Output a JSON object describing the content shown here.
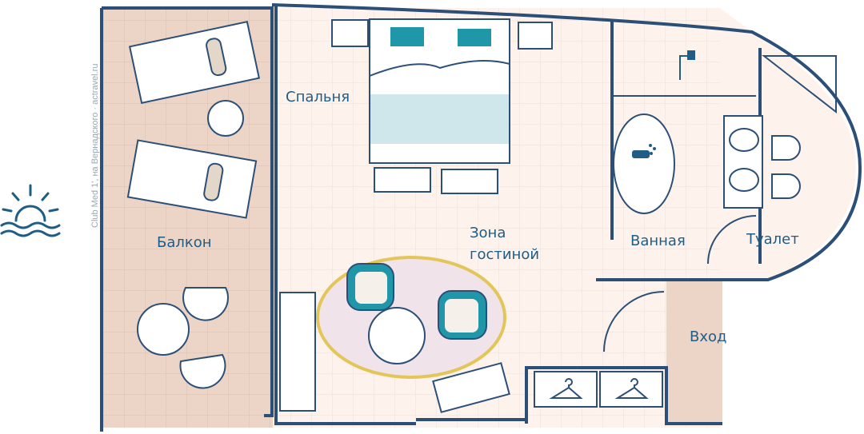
{
  "watermark": "Club Med 1', на Вернадского · actravel.ru",
  "rooms": {
    "bedroom": "Спальня",
    "balcony": "Балкон",
    "living_line1": "Зона",
    "living_line2": "гостиной",
    "bathroom": "Ванная",
    "toilet": "Туалет",
    "entrance": "Вход"
  },
  "colors": {
    "wall": "#2c4f78",
    "floor": "#fdf3ec",
    "balcony_floor": "#ecd4c7",
    "accent_teal": "#1f97a8",
    "bed_blanket": "#cfe6ea",
    "rug": "#f1e3ea",
    "rug_border": "#e2c65a",
    "label": "#1f5d86"
  },
  "icons": [
    "sun-icon",
    "shower-icon",
    "bathtub-icon",
    "hanger-icon",
    "hanger-icon"
  ]
}
